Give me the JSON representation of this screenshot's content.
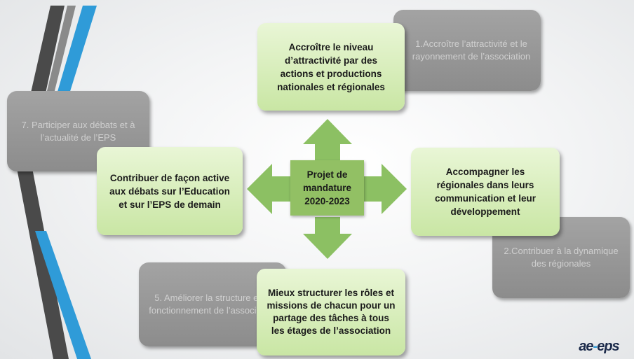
{
  "diagram": {
    "center": "Projet de\nmandature\n2020-2023",
    "green_boxes": {
      "top": "Accroître  le niveau d’attractivité par des actions et productions nationales et régionales",
      "left": "Contribuer de façon active aux débats sur l’Education et sur l’EPS de demain",
      "right": "Accompagner les régionales dans leurs communication et leur développement",
      "bottom": "Mieux structurer les rôles et missions de chacun pour un partage des tâches à tous les étages de l’association"
    },
    "gray_boxes": {
      "top_right": "1.Accroître l’attractivité et le rayonnement de l’association",
      "left": "7. Participer aux débats et à l’actualité de l’EPS",
      "right": "2.Contribuer à la dynamique des régionales",
      "bottom_left": "5. Améliorer la structure et le fonctionnement de l’association"
    },
    "colors": {
      "green_box": "#d6efbb",
      "center_fill": "#92c064",
      "arrow_fill": "#8cc063",
      "gray_box": "#9a9a9a",
      "stripe_blue": "#2f9bd8",
      "stripe_dark": "#4a4a4a"
    }
  },
  "logo": {
    "text_left": "ae",
    "text_dash": "-",
    "text_right": "eps"
  }
}
